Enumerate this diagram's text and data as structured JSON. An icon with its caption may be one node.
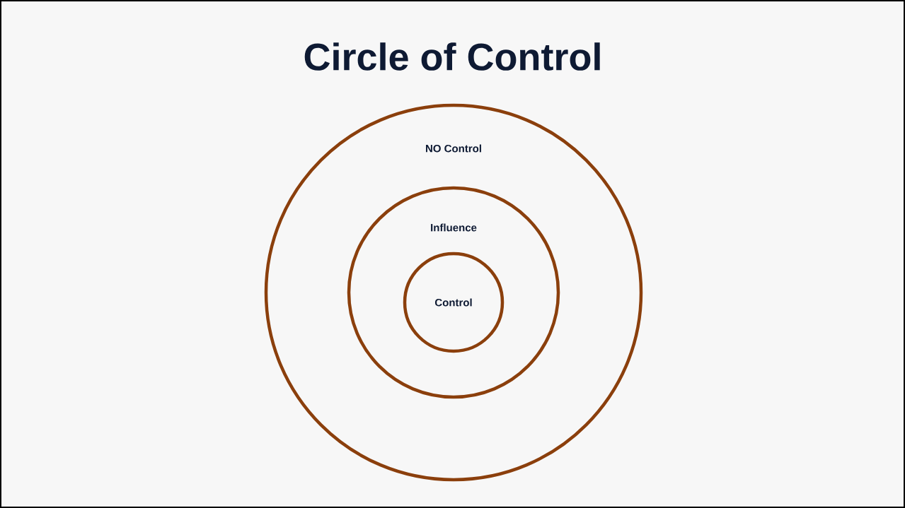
{
  "diagram": {
    "title": "Circle of Control",
    "nodes": [
      {
        "text": [
          "NO Control"
        ]
      },
      {
        "text": [
          "Influence"
        ],
        "in": 0
      },
      {
        "text": [
          "Control"
        ],
        "in": 1
      }
    ]
  }
}
